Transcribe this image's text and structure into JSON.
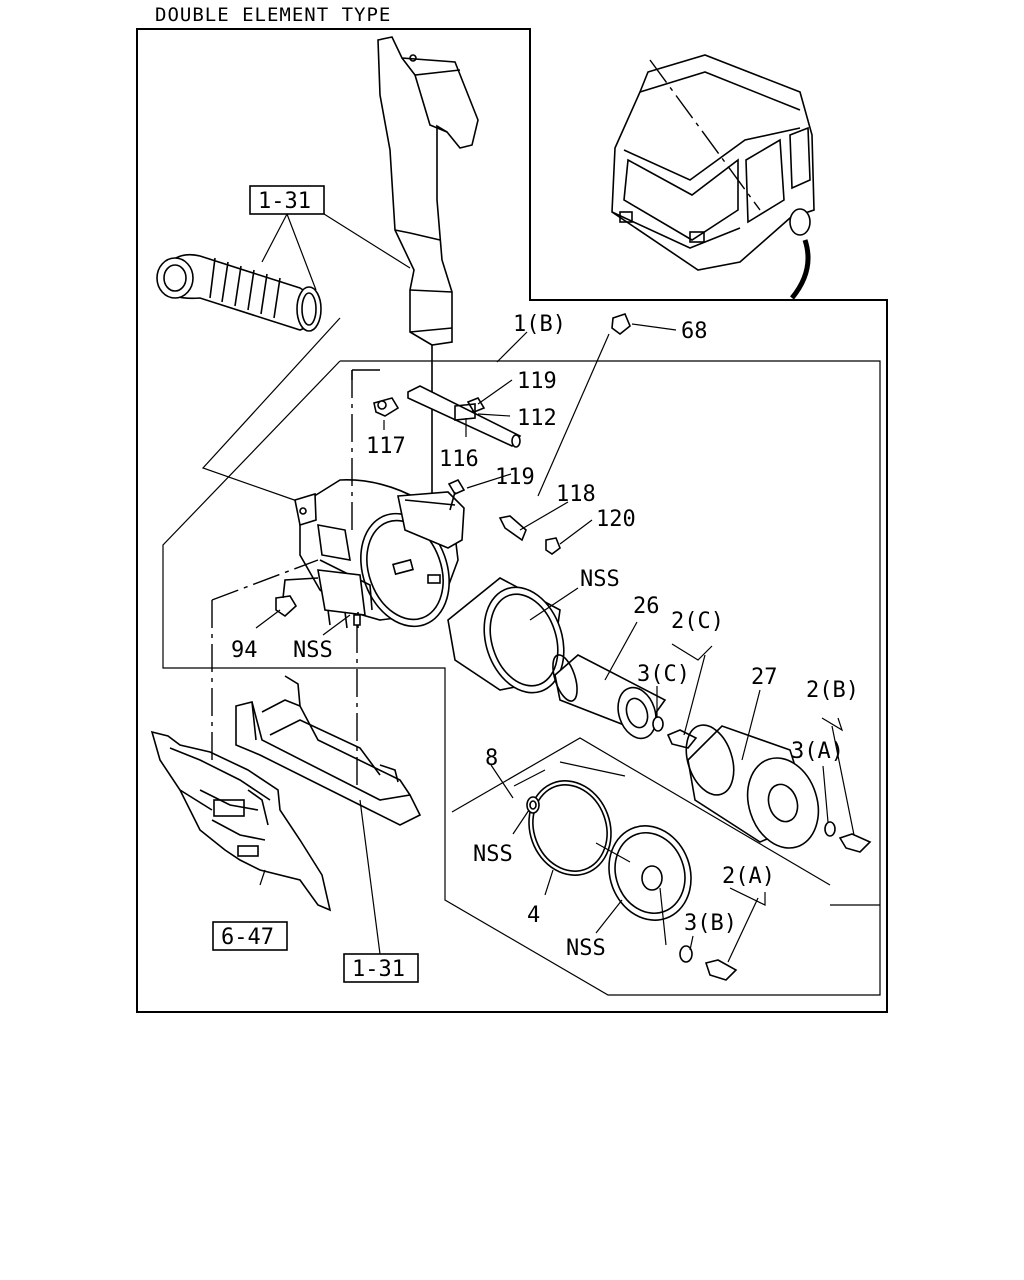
{
  "header": {
    "title": "DOUBLE ELEMENT TYPE"
  },
  "callouts": {
    "ref_1_31_top": "1-31",
    "ref_1_31_bottom": "1-31",
    "ref_6_47": "6-47",
    "p_1b": "1(B)",
    "p_68": "68",
    "p_119a": "119",
    "p_112": "112",
    "p_117": "117",
    "p_116": "116",
    "p_119b": "119",
    "p_118": "118",
    "p_120": "120",
    "p_nss_outer": "NSS",
    "p_26": "26",
    "p_2c": "2(C)",
    "p_3c": "3(C)",
    "p_27": "27",
    "p_2b": "2(B)",
    "p_3a": "3(A)",
    "p_94": "94",
    "p_nss_bracket": "NSS",
    "p_8": "8",
    "p_nss_washer": "NSS",
    "p_4": "4",
    "p_nss_cover": "NSS",
    "p_2a": "2(A)",
    "p_3b": "3(B)"
  }
}
